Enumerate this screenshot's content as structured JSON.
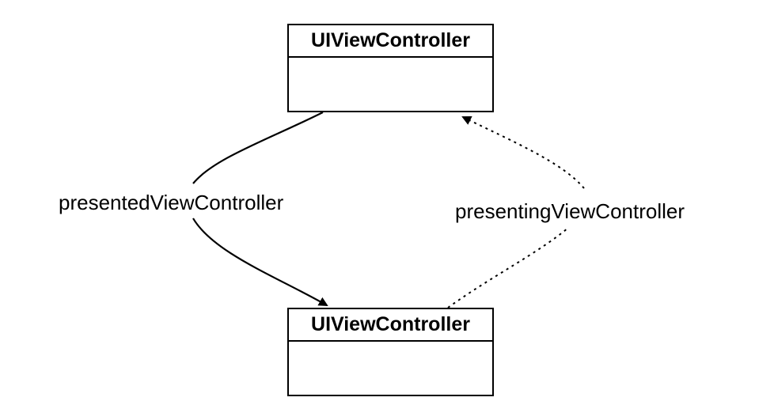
{
  "diagram": {
    "top_class": {
      "name": "UIViewController"
    },
    "bottom_class": {
      "name": "UIViewController"
    },
    "edges": {
      "presented": {
        "label": "presentedViewController",
        "style": "solid",
        "from": "top_class",
        "to": "bottom_class"
      },
      "presenting": {
        "label": "presentingViewController",
        "style": "dotted",
        "from": "bottom_class",
        "to": "top_class"
      }
    },
    "colors": {
      "stroke": "#000000",
      "background": "#ffffff"
    }
  }
}
